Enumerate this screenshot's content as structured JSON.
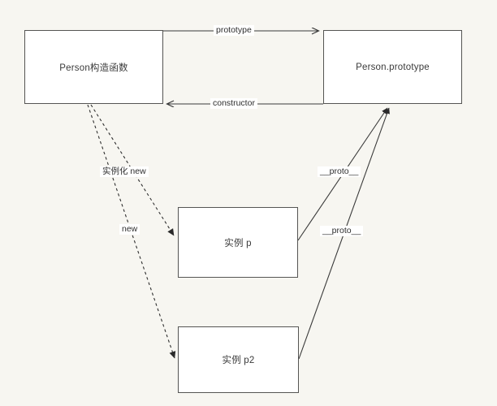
{
  "diagram": {
    "title": "JavaScript prototype chain diagram",
    "background_color": "#f7f6f1",
    "node_fill_color": "#ffffff",
    "node_border_color": "#555553",
    "edge_color": "#3a3a3a",
    "nodes": [
      {
        "id": "person-ctor",
        "label": "Person构造函数"
      },
      {
        "id": "person-proto",
        "label": "Person.prototype"
      },
      {
        "id": "instance-p",
        "label": "实例 p"
      },
      {
        "id": "instance-p2",
        "label": "实例 p2"
      }
    ],
    "edges": [
      {
        "id": "prototype",
        "label": "prototype",
        "from": "person-ctor",
        "to": "person-proto",
        "style": "solid"
      },
      {
        "id": "constructor",
        "label": "constructor",
        "from": "person-proto",
        "to": "person-ctor",
        "style": "solid"
      },
      {
        "id": "new-p",
        "label": "实例化 new",
        "from": "person-ctor",
        "to": "instance-p",
        "style": "dashed"
      },
      {
        "id": "new-p2",
        "label": "new",
        "from": "person-ctor",
        "to": "instance-p2",
        "style": "dashed"
      },
      {
        "id": "proto-p",
        "label": "__proto__",
        "from": "instance-p",
        "to": "person-proto",
        "style": "solid"
      },
      {
        "id": "proto-p2",
        "label": "__proto__",
        "from": "instance-p2",
        "to": "person-proto",
        "style": "solid"
      }
    ]
  }
}
